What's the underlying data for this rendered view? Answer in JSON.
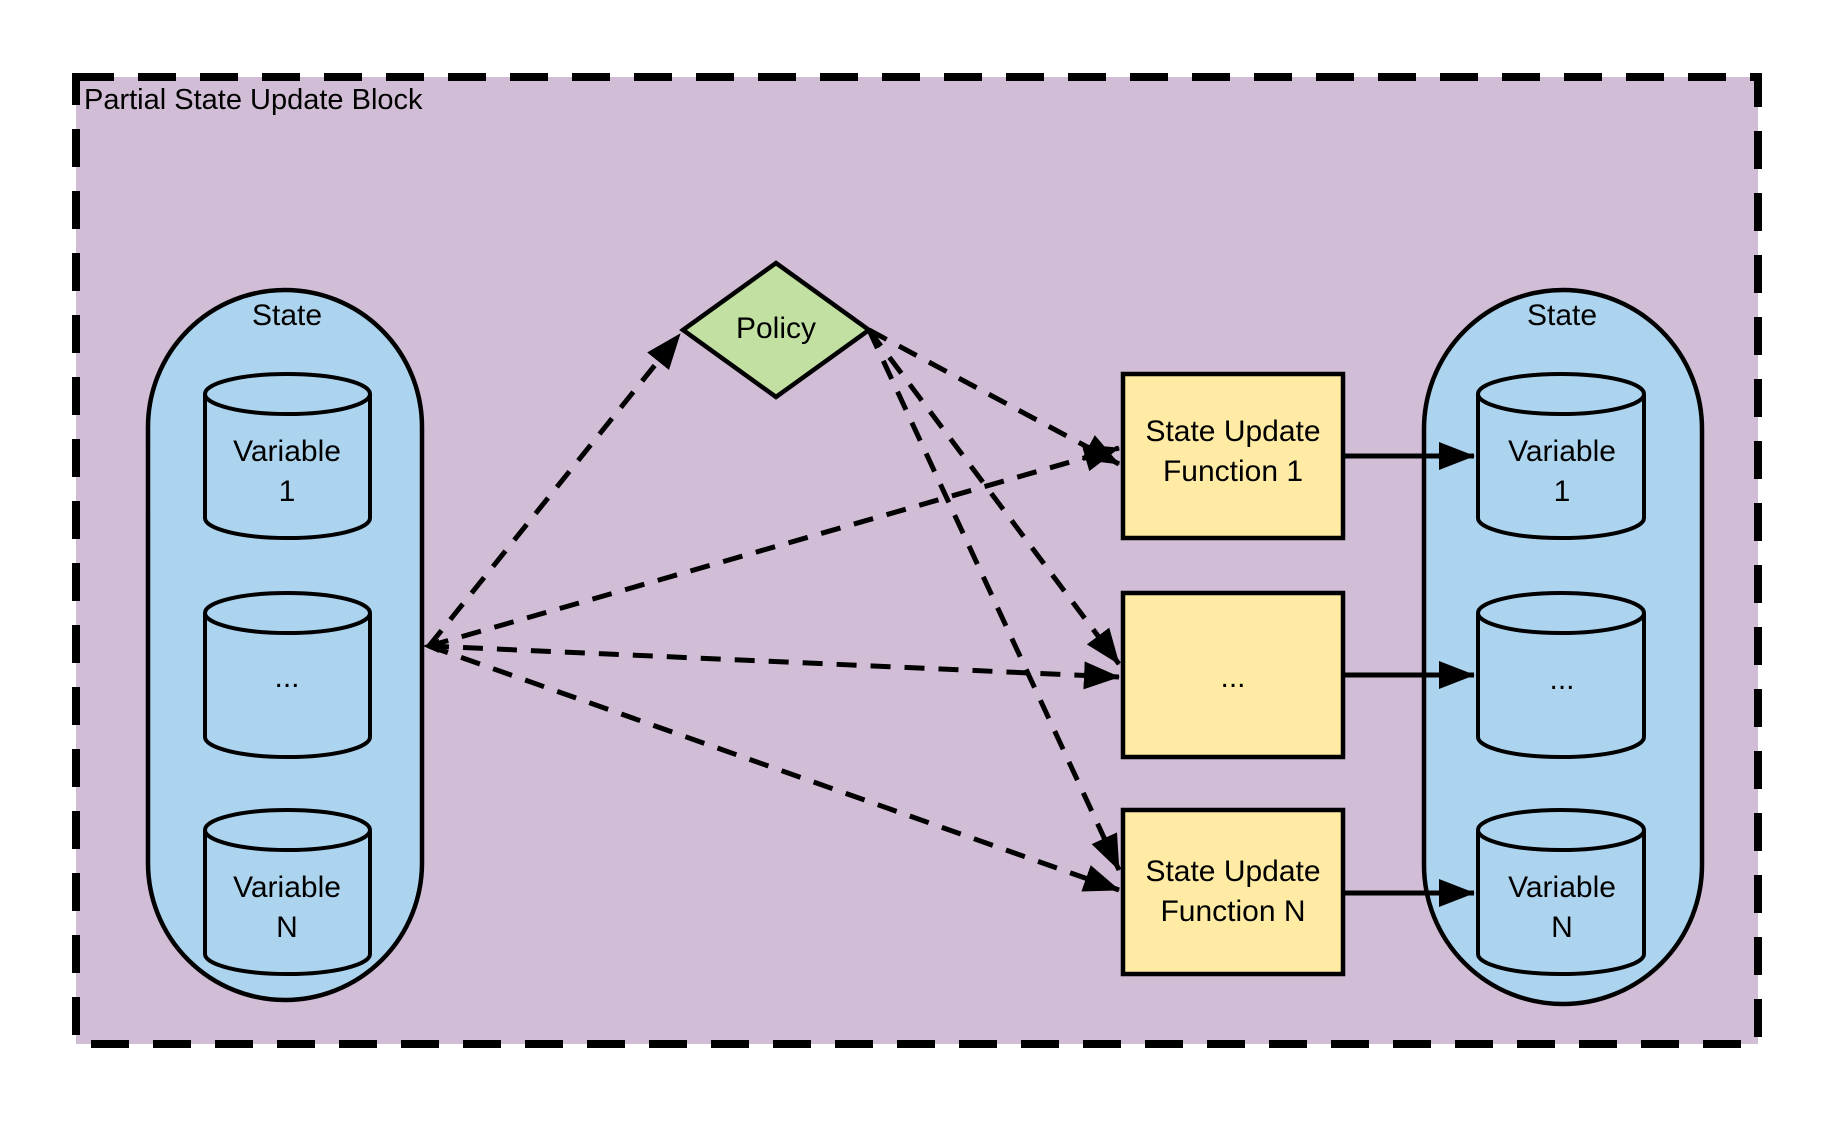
{
  "diagram": {
    "title": "Partial State Update Block",
    "colors": {
      "background": "#ffffff",
      "block_fill": "#D1BED6",
      "state_fill": "#ADD4EE",
      "policy_fill": "#C2E0A2",
      "function_fill": "#FFEBA3",
      "stroke": "#000000"
    },
    "left_state": {
      "label": "State",
      "variables": [
        {
          "lines": [
            "Variable",
            "1"
          ]
        },
        {
          "lines": [
            "..."
          ]
        },
        {
          "lines": [
            "Variable",
            "N"
          ]
        }
      ]
    },
    "policy": {
      "label": "Policy"
    },
    "functions": [
      {
        "lines": [
          "State Update",
          "Function 1"
        ]
      },
      {
        "lines": [
          "..."
        ]
      },
      {
        "lines": [
          "State Update",
          "Function N"
        ]
      }
    ],
    "right_state": {
      "label": "State",
      "variables": [
        {
          "lines": [
            "Variable",
            "1"
          ]
        },
        {
          "lines": [
            "..."
          ]
        },
        {
          "lines": [
            "Variable",
            "N"
          ]
        }
      ]
    },
    "edges": [
      {
        "from": "left-state",
        "to": "policy",
        "style": "dashed"
      },
      {
        "from": "left-state",
        "to": "state-update-function-1",
        "style": "dashed"
      },
      {
        "from": "left-state",
        "to": "state-update-function-ellipsis",
        "style": "dashed"
      },
      {
        "from": "left-state",
        "to": "state-update-function-n",
        "style": "dashed"
      },
      {
        "from": "policy",
        "to": "state-update-function-1",
        "style": "dashed"
      },
      {
        "from": "policy",
        "to": "state-update-function-ellipsis",
        "style": "dashed"
      },
      {
        "from": "policy",
        "to": "state-update-function-n",
        "style": "dashed"
      },
      {
        "from": "state-update-function-1",
        "to": "right-variable-1",
        "style": "solid"
      },
      {
        "from": "state-update-function-ellipsis",
        "to": "right-variable-ellipsis",
        "style": "solid"
      },
      {
        "from": "state-update-function-n",
        "to": "right-variable-n",
        "style": "solid"
      }
    ]
  }
}
